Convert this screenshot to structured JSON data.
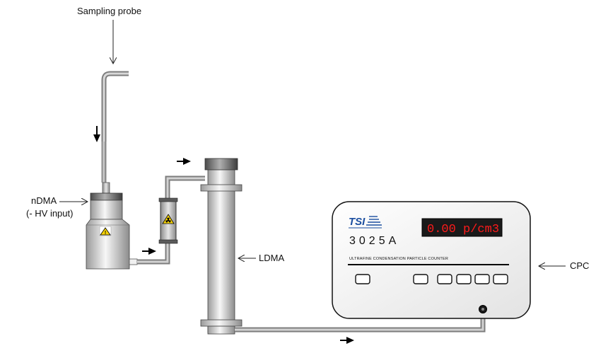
{
  "labels": {
    "sampling_probe": "Sampling probe",
    "ndma": "nDMA",
    "hv_input": "(- HV input)",
    "ldma": "LDMA",
    "cpc": "CPC"
  },
  "cpc_panel": {
    "brand": "TSI",
    "model": "3025A",
    "display": "0.00 p/cm3",
    "subtitle": "ULTRAFINE CONDENSATION PARTICLE COUNTER"
  },
  "colors": {
    "tube": "#b8b8b8",
    "metal_light": "#f2f2f2",
    "metal_dark": "#7a7a7a",
    "cap_dark": "#555555",
    "display_bg": "#1a1a1a",
    "display_text": "#ff1a1a",
    "brand_blue": "#1c4fa0",
    "warning_yellow": "#f5d20a"
  }
}
